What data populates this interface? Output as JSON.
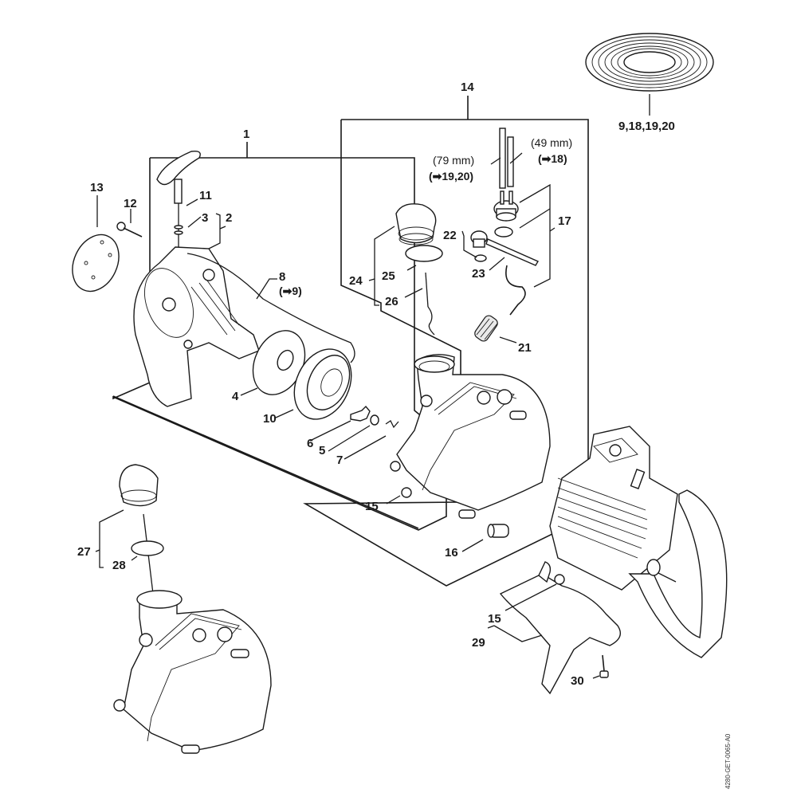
{
  "diagram": {
    "type": "exploded parts diagram",
    "reference_code": "4280-GET-0065-A0",
    "groups": [
      {
        "id": "1",
        "label": "1",
        "includes": [
          "2",
          "3",
          "4",
          "5",
          "6",
          "7",
          "8",
          "10",
          "11"
        ]
      },
      {
        "id": "14",
        "label": "14",
        "includes": [
          "15",
          "16",
          "17",
          "21",
          "22",
          "23",
          "24",
          "25",
          "26"
        ]
      }
    ],
    "callouts": {
      "p1": "1",
      "p2": "2",
      "p3": "3",
      "p4": "4",
      "p5": "5",
      "p6": "6",
      "p7": "7",
      "p8": "8",
      "p8_ref": "(➡9)",
      "p10": "10",
      "p11": "11",
      "p12": "12",
      "p13": "13",
      "p14": "14",
      "p15a": "15",
      "p15b": "15",
      "p16": "16",
      "p17": "17",
      "p21": "21",
      "p22": "22",
      "p23": "23",
      "p24": "24",
      "p25": "25",
      "p26": "26",
      "p27": "27",
      "p28": "28",
      "p29": "29",
      "p30": "30",
      "spool": "9,18,19,20"
    },
    "hose_notes": {
      "long_length": "(79 mm)",
      "long_ref": "(➡19,20)",
      "short_length": "(49 mm)",
      "short_ref": "(➡18)"
    }
  }
}
